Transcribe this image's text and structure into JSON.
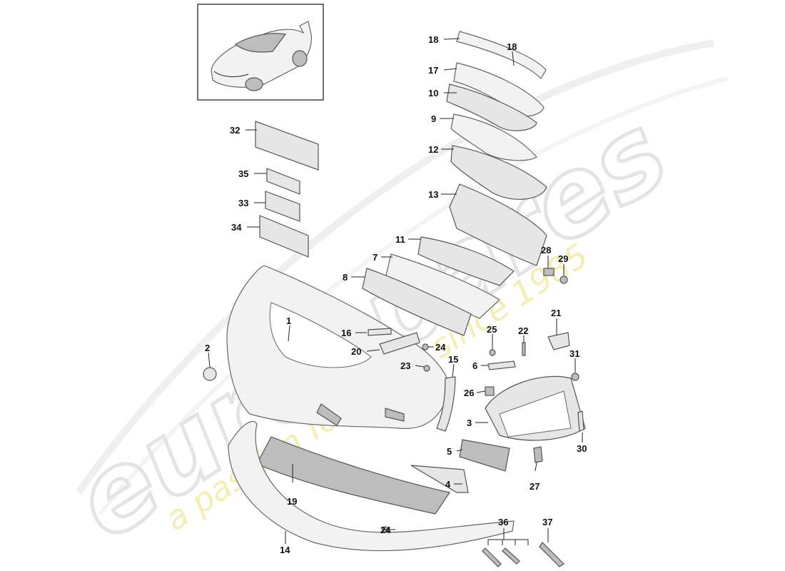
{
  "watermark": {
    "brand": "eurospares",
    "tagline": "a passion for parts since 1985"
  },
  "callouts": [
    {
      "id": "c18a",
      "label": "18"
    },
    {
      "id": "c18b",
      "label": "18"
    },
    {
      "id": "c17",
      "label": "17"
    },
    {
      "id": "c10",
      "label": "10"
    },
    {
      "id": "c9",
      "label": "9"
    },
    {
      "id": "c12",
      "label": "12"
    },
    {
      "id": "c13",
      "label": "13"
    },
    {
      "id": "c11",
      "label": "11"
    },
    {
      "id": "c7",
      "label": "7"
    },
    {
      "id": "c8",
      "label": "8"
    },
    {
      "id": "c28",
      "label": "28"
    },
    {
      "id": "c29",
      "label": "29"
    },
    {
      "id": "c32",
      "label": "32"
    },
    {
      "id": "c35",
      "label": "35"
    },
    {
      "id": "c33",
      "label": "33"
    },
    {
      "id": "c34",
      "label": "34"
    },
    {
      "id": "c1",
      "label": "1"
    },
    {
      "id": "c2",
      "label": "2"
    },
    {
      "id": "c16",
      "label": "16"
    },
    {
      "id": "c20",
      "label": "20"
    },
    {
      "id": "c24a",
      "label": "24"
    },
    {
      "id": "c23",
      "label": "23"
    },
    {
      "id": "c15",
      "label": "15"
    },
    {
      "id": "c25",
      "label": "25"
    },
    {
      "id": "c22",
      "label": "22"
    },
    {
      "id": "c21",
      "label": "21"
    },
    {
      "id": "c6",
      "label": "6"
    },
    {
      "id": "c31",
      "label": "31"
    },
    {
      "id": "c26",
      "label": "26"
    },
    {
      "id": "c3",
      "label": "3"
    },
    {
      "id": "c30",
      "label": "30"
    },
    {
      "id": "c5",
      "label": "5"
    },
    {
      "id": "c4",
      "label": "4"
    },
    {
      "id": "c27",
      "label": "27"
    },
    {
      "id": "c19",
      "label": "19"
    },
    {
      "id": "c24b",
      "label": "24"
    },
    {
      "id": "c14",
      "label": "14"
    },
    {
      "id": "c36",
      "label": "36"
    },
    {
      "id": "c37",
      "label": "37"
    }
  ]
}
